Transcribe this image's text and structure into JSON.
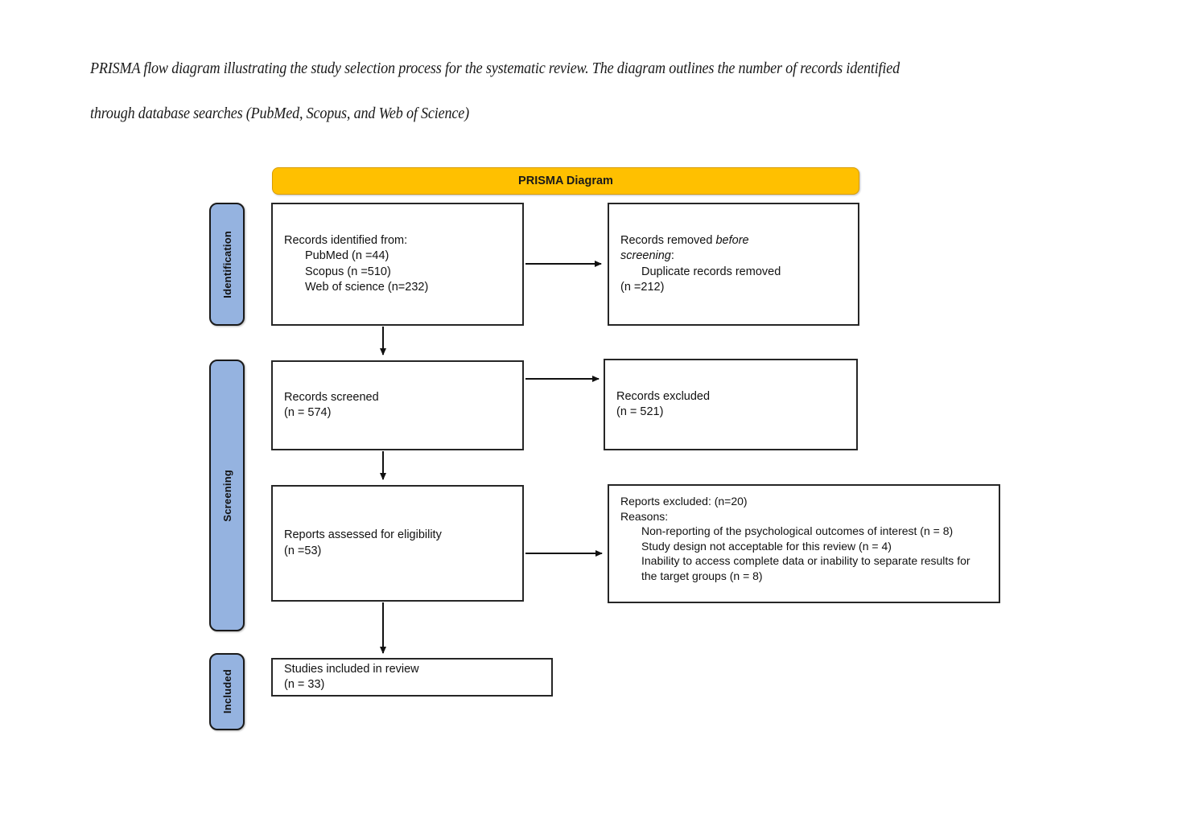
{
  "caption": {
    "line1": "PRISMA flow diagram illustrating the study selection process for the systematic review. The diagram outlines the number of records identified",
    "line2": "through database searches (PubMed, Scopus, and Web of Science)"
  },
  "diagram": {
    "header_title": "PRISMA Diagram",
    "colors": {
      "header_background": "#FFC000",
      "stage_bar_background": "#95B3E0",
      "box_border": "#262626",
      "page_background": "#FFFFFF"
    },
    "stages": [
      {
        "id": "identification",
        "label": "Identification"
      },
      {
        "id": "screening",
        "label": "Screening"
      },
      {
        "id": "included",
        "label": "Included"
      }
    ],
    "boxes": {
      "identified": {
        "title": "Records identified from:",
        "source_1": "PubMed (n =44)",
        "source_2": "Scopus (n =510)",
        "source_3": "Web of science (n=232)"
      },
      "removed": {
        "title_pre": "Records removed ",
        "title_em": "before",
        "title_line2_em": "screening",
        "title_line2_post": ":",
        "detail_1": "Duplicate records removed",
        "detail_2": "(n =212)"
      },
      "screened": {
        "title": "Records screened",
        "count": "(n = 574)"
      },
      "excluded": {
        "title": "Records excluded",
        "count": "(n = 521)"
      },
      "eligibility": {
        "title": "Reports assessed for eligibility",
        "count": "(n =53)"
      },
      "reports_excluded": {
        "title": "Reports excluded: (n=20)",
        "subtitle": "Reasons:",
        "reason_1": "Non-reporting of the psychological outcomes of interest (n = 8)",
        "reason_2": "Study design not acceptable for this review (n = 4)",
        "reason_3": "Inability to access complete data or inability to separate results for the target groups (n = 8)"
      },
      "included": {
        "title": "Studies included in review",
        "count": "(n = 33)"
      }
    }
  }
}
